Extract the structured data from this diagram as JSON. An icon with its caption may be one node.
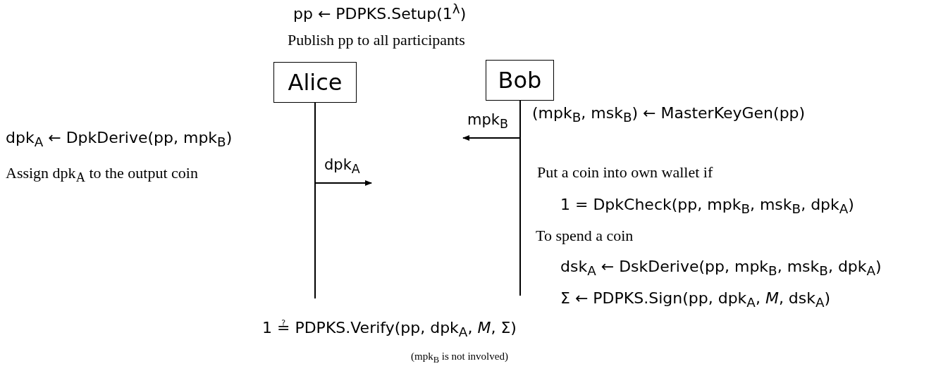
{
  "diagram": {
    "nodes": [
      {
        "text": [
          "Alice"
        ]
      },
      {
        "text": [
          "Bob"
        ]
      }
    ],
    "edges": [
      {
        "from": 1,
        "to": null,
        "arrow": "to",
        "label": "mpk$_{B}$"
      },
      {
        "from": 0,
        "to": null,
        "arrow": "to",
        "label": "dpk$_{A}$"
      }
    ],
    "labels": [
      "pp ← PDPKS.Setup(1$^{λ}$)",
      "Publish pp to all participants",
      "(mpk$_{B}$, msk$_{B}$) ← MasterKeyGen(pp)",
      "dpk$_{A}$ ← DpkDerive(pp, mpk$_{B}$)",
      "Assign dpk$_{A}$ to the output coin",
      "Put a coin into own wallet if",
      "1 = DpkCheck(pp, mpk$_{B}$, msk$_{B}$, dpk$_{A}$)",
      "To spend a coin",
      "dsk$_{A}$ ← DskDerive(pp, mpk$_{B}$, msk$_{B}$, dpk$_{A}$)",
      "Σ ← PDPKS.Sign(pp, dpk$_{A}$, *M*, dsk$_{A}$)",
      "1 ≟ PDPKS.Verify(pp, dpk$_{A}$, *M*, Σ)",
      "(mpk$_{B}$ is not involved)"
    ]
  }
}
